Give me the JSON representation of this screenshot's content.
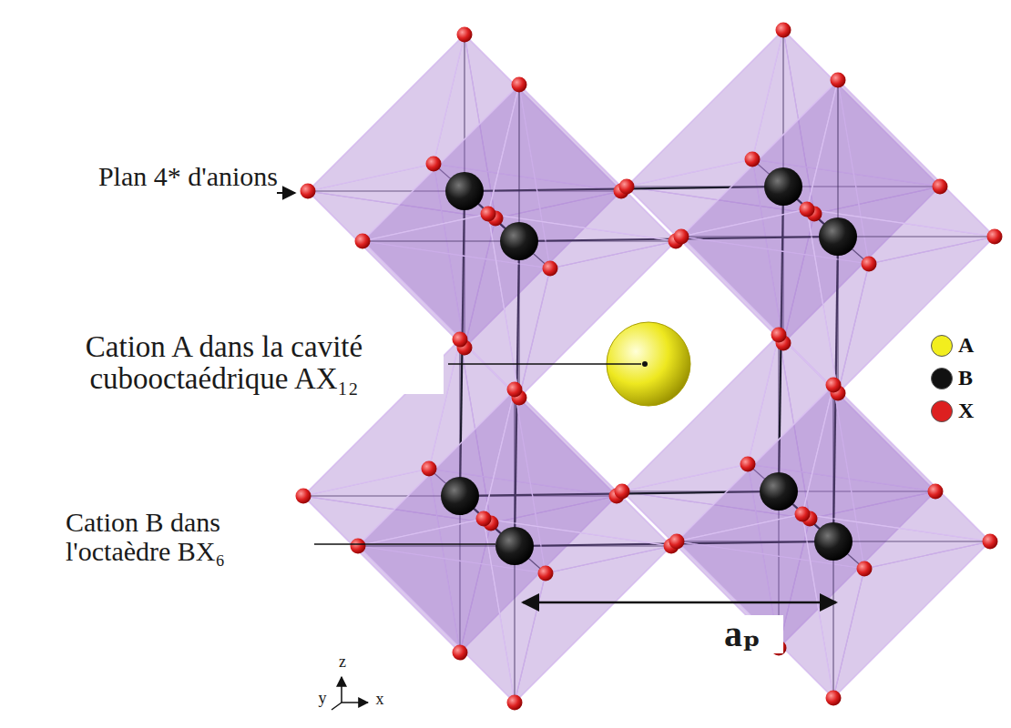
{
  "diagram": {
    "labels": [
      "Plan 4* d'anions",
      "Cation A dans la cavité cubooctaédrique AX₁₂",
      "Cation B dans l'octaèdre BX₆",
      "aₚ",
      "z",
      "y",
      "x"
    ],
    "legend": [
      {
        "text": "A",
        "color": "#f2ee1e"
      },
      {
        "text": "B",
        "color": "#111111"
      },
      {
        "text": "X",
        "color": "#dd2020"
      }
    ]
  }
}
